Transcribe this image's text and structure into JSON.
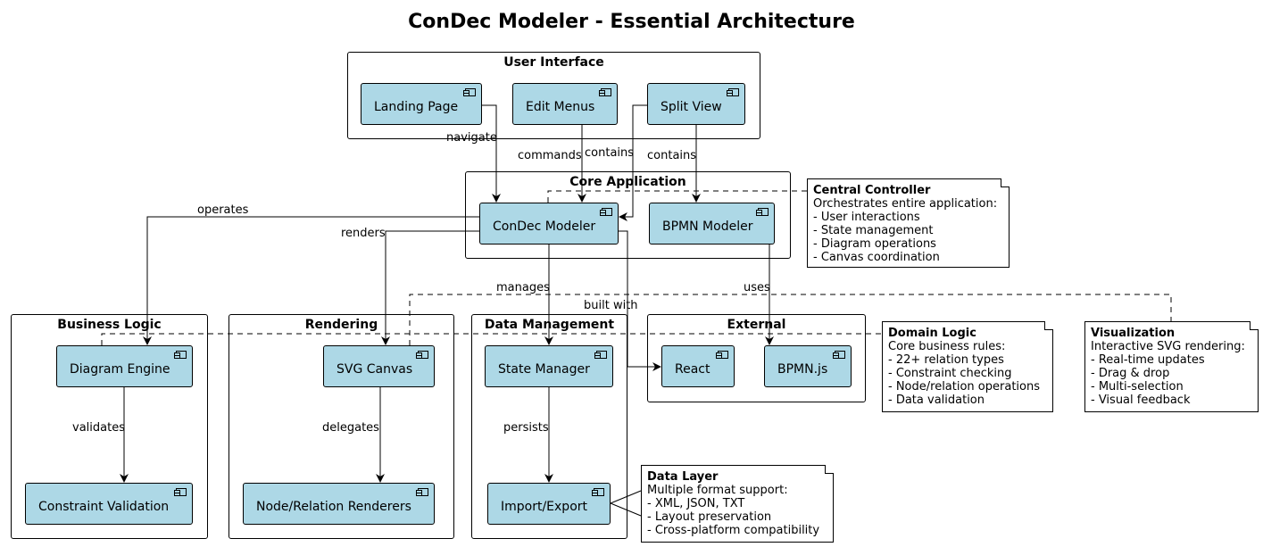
{
  "title": "ConDec Modeler - Essential Architecture",
  "packages": {
    "ui": "User Interface",
    "core": "Core Application",
    "business": "Business Logic",
    "rendering": "Rendering",
    "data": "Data Management",
    "external": "External"
  },
  "components": {
    "landing": "Landing Page",
    "edit_menus": "Edit Menus",
    "split_view": "Split View",
    "condec": "ConDec Modeler",
    "bpmn_modeler": "BPMN Modeler",
    "diagram_engine": "Diagram Engine",
    "constraint_validation": "Constraint Validation",
    "svg_canvas": "SVG Canvas",
    "node_renderers": "Node/Relation Renderers",
    "state_manager": "State Manager",
    "import_export": "Import/Export",
    "react": "React",
    "bpmnjs": "BPMN.js"
  },
  "edges": {
    "navigate": "navigate",
    "commands": "commands",
    "contains1": "contains",
    "contains2": "contains",
    "operates": "operates",
    "renders": "renders",
    "manages": "manages",
    "built_with": "built with",
    "uses": "uses",
    "validates": "validates",
    "delegates": "delegates",
    "persists": "persists"
  },
  "notes": {
    "central": {
      "title": "Central Controller",
      "lines": [
        "Orchestrates entire application:",
        "- User interactions",
        "- State management",
        "- Diagram operations",
        "- Canvas coordination"
      ]
    },
    "domain": {
      "title": "Domain Logic",
      "lines": [
        "Core business rules:",
        "- 22+ relation types",
        "- Constraint checking",
        "- Node/relation operations",
        "- Data validation"
      ]
    },
    "visual": {
      "title": "Visualization",
      "lines": [
        "Interactive SVG rendering:",
        "- Real-time updates",
        "- Drag & drop",
        "- Multi-selection",
        "- Visual feedback"
      ]
    },
    "datalayer": {
      "title": "Data Layer",
      "lines": [
        "Multiple format support:",
        "- XML, JSON, TXT",
        "- Layout preservation",
        "- Cross-platform compatibility"
      ]
    }
  },
  "colors": {
    "component_fill": "#add8e6",
    "stroke": "#000000"
  }
}
